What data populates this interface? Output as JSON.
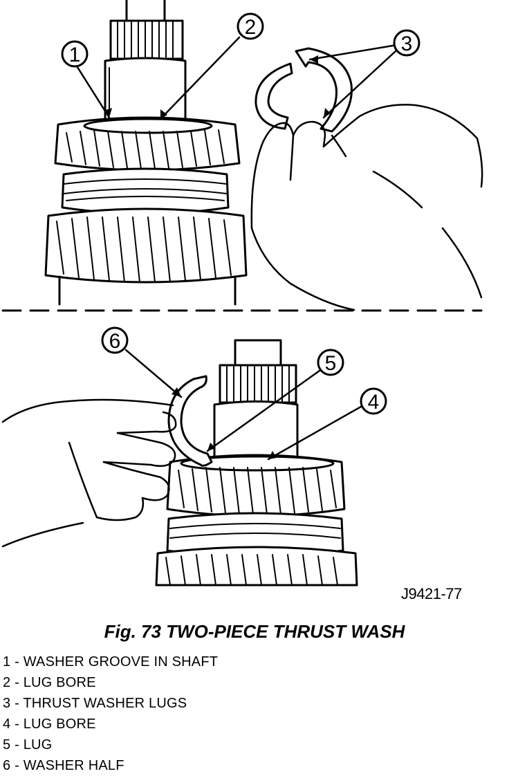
{
  "callouts": [
    "1",
    "2",
    "3",
    "4",
    "5",
    "6"
  ],
  "figure_code": "J9421-77",
  "caption": "Fig. 73 TWO-PIECE THRUST WASH",
  "legend": [
    "1 - WASHER GROOVE IN SHAFT",
    "2 - LUG BORE",
    "3 - THRUST WASHER LUGS",
    "4 - LUG BORE",
    "5 - LUG",
    "6 - WASHER HALF"
  ]
}
